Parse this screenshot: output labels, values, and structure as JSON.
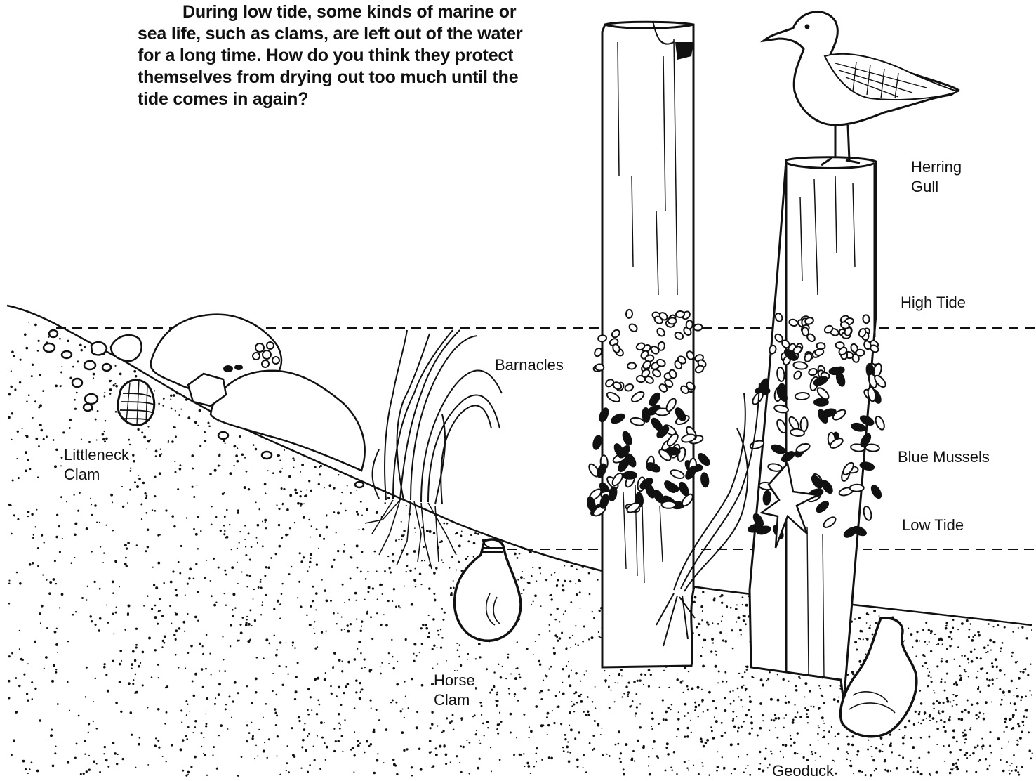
{
  "question": "During low tide, some kinds of marine or sea life, such as clams, are left out of the water for a long time. How do you think they protect themselves from drying out too much until the tide comes in again?",
  "labels": {
    "herring_gull": "Herring\nGull",
    "high_tide": "High Tide",
    "barnacles": "Barnacles",
    "blue_mussels": "Blue Mussels",
    "low_tide": "Low Tide",
    "littleneck_clam": "Littleneck\nClam",
    "horse_clam": "Horse\nClam",
    "geoduck": "Geoduck"
  },
  "colors": {
    "ink": "#111111",
    "paper": "#ffffff"
  }
}
